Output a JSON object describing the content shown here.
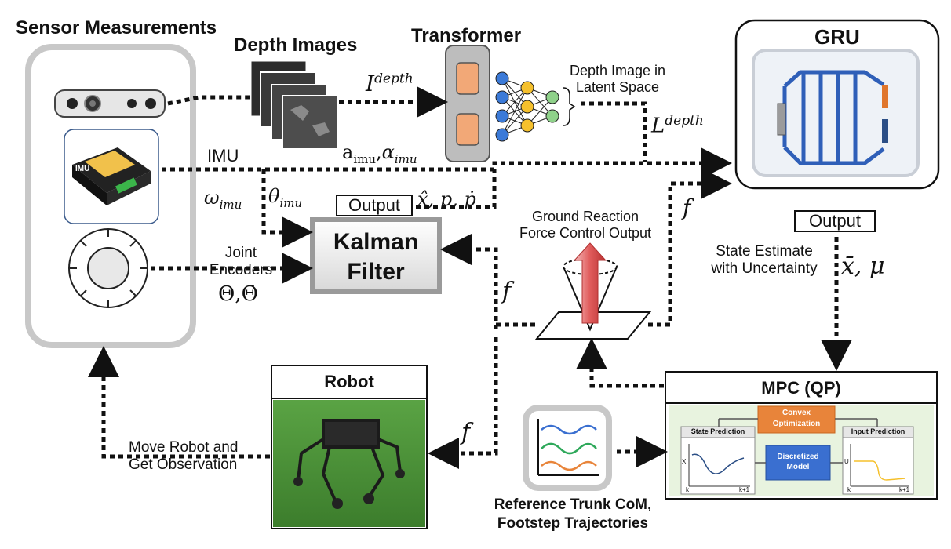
{
  "sensor": {
    "title": "Sensor Measurements",
    "imu_label": "IMU",
    "imu_badge": "IMU",
    "omega": "ω",
    "omega_sub": "imu",
    "theta": "θ",
    "theta_sub": "imu",
    "joint_label_1": "Joint",
    "joint_label_2": "Encoders",
    "joint_symbols": "Θ,Θ̇"
  },
  "depth": {
    "title": "Depth Images",
    "signal": "I",
    "signal_sup": "depth"
  },
  "transformer": {
    "title": "Transformer",
    "latent_1": "Depth Image in",
    "latent_2": "Latent Space",
    "latent_signal": "L",
    "latent_sup": "depth"
  },
  "imu_signals": {
    "a": "a",
    "a_sub": "imu",
    "alpha": "α",
    "alpha_sub": "imu"
  },
  "kalman": {
    "line1": "Kalman",
    "line2": "Filter",
    "output_label": "Output",
    "output_symbols": "x̂, p, ṗ"
  },
  "gru": {
    "title": "GRU",
    "output_label": "Output",
    "estimate_1": "State Estimate",
    "estimate_2": "with Uncertainty",
    "estimate_symbols": "x̄, μ"
  },
  "grf": {
    "label_1": "Ground Reaction",
    "label_2": "Force Control Output",
    "f": "f"
  },
  "robot": {
    "title": "Robot",
    "move_1": "Move Robot and",
    "move_2": "Get Observation"
  },
  "mpc": {
    "title": "MPC (QP)",
    "convex_1": "Convex",
    "convex_2": "Optimization",
    "state_pred": "State Prediction",
    "input_pred": "Input Prediction",
    "disc_1": "Discretized",
    "disc_2": "Model",
    "x_axis_left": "X",
    "u_axis_left": "U",
    "k": "k",
    "k1": "k+1"
  },
  "reference": {
    "line1": "Reference Trunk CoM,",
    "line2": "Footstep Trajectories"
  },
  "colors": {
    "frame_gray": "#cfcfcf",
    "dotted": "#111111",
    "orange": "#e8843a",
    "blue": "#3a6fd0",
    "mpc_bg": "#e8f3df",
    "grass": "#4d9a3a"
  }
}
